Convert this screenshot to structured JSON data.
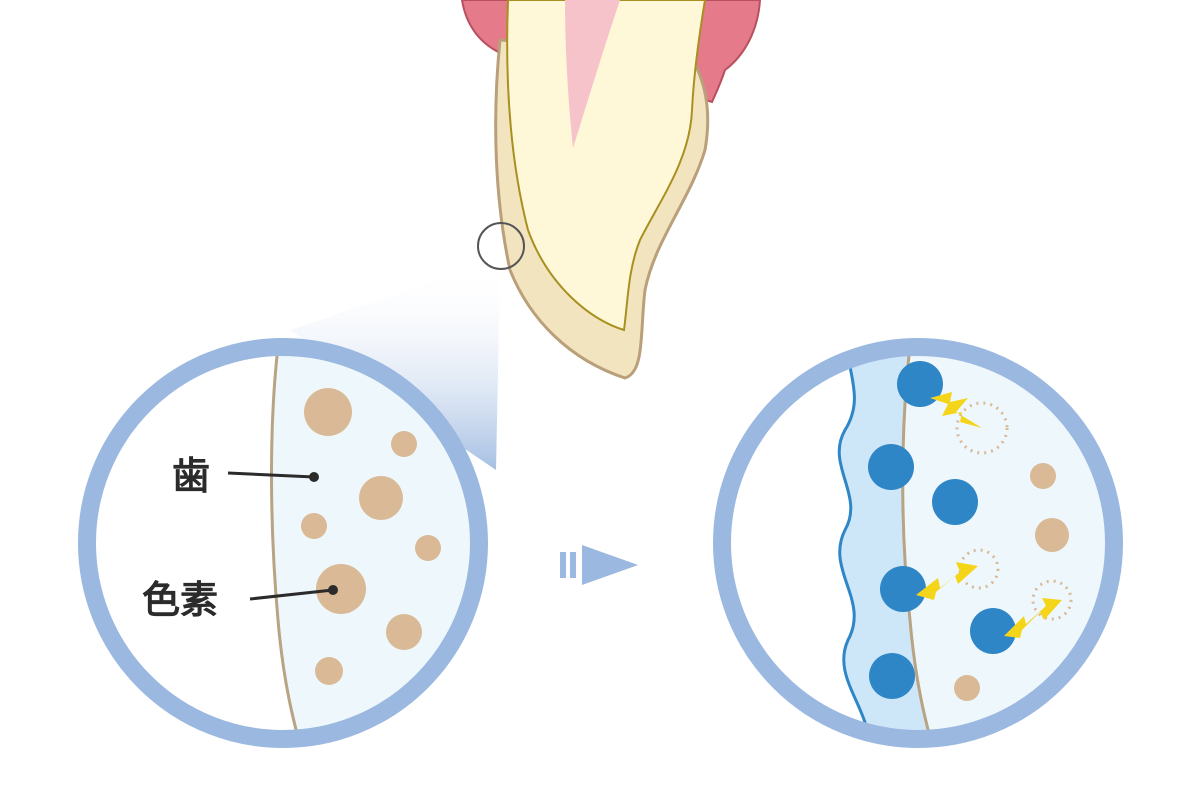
{
  "labels": {
    "tooth": "歯",
    "pigment": "色素"
  },
  "colors": {
    "gum": "#e47a8a",
    "tooth_outer": "#f3e4c0",
    "tooth_inner": "#fff8d8",
    "pulp": "#f7c3cb",
    "lens_ring": "#9bb8e0",
    "lens_fill": "#eef7fc",
    "pigment": "#d9b996",
    "oxygen": "#2f86c6",
    "bleach_gel": "#cde6f8",
    "spark": "#f5d51a"
  },
  "icons": [
    "magnifier-circle",
    "arrow-right-icon",
    "lightning-icon"
  ]
}
